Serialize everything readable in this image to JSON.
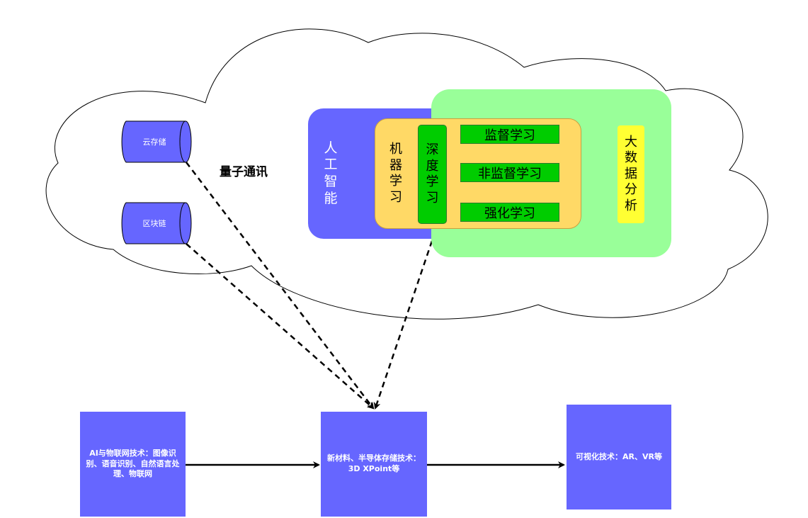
{
  "cloud": {
    "quantum_label": "量子通讯",
    "cylinders": {
      "cloud_storage": "云存储",
      "blockchain": "区块链"
    }
  },
  "ai": {
    "label": "人工智能",
    "ml_label": "机器学习",
    "dl_label": "深度学习",
    "bars": [
      "监督学习",
      "非监督学习",
      "强化学习"
    ]
  },
  "bigdata": {
    "label": "大数据分析"
  },
  "bottom": {
    "left": "AI与物联网技术：图像识别、语音识别、自然语言处理、物联网",
    "middle": "新材料、半导体存储技术：3D XPoint等",
    "right": "可视化技术：AR、VR等"
  },
  "colors": {
    "blue_box": "#6666ff",
    "big_data_green": "#99ff99",
    "ml_orange": "#ffd966",
    "bar_green": "#00cc00",
    "big_data_yellow": "#ffff33"
  }
}
